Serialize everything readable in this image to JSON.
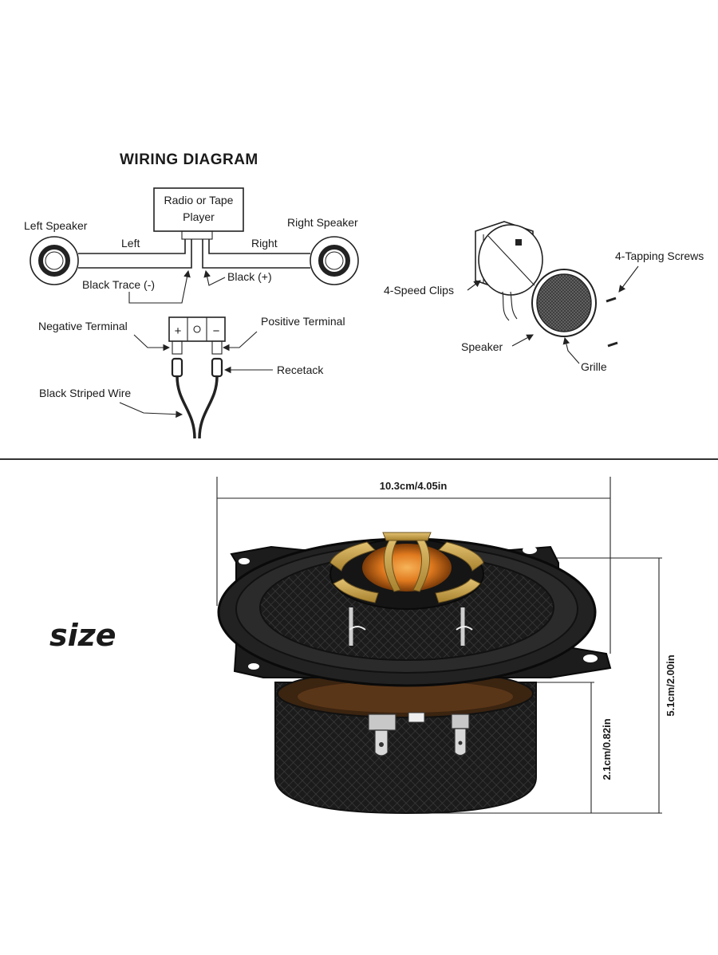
{
  "wiring": {
    "title": "WIRING DIAGRAM",
    "radio_line1": "Radio or Tape",
    "radio_line2": "Player",
    "left_speaker": "Left Speaker",
    "right_speaker": "Right Speaker",
    "left": "Left",
    "right": "Right",
    "black_trace": "Black  Trace (-)",
    "black_plus": "Black  (+)",
    "negative_terminal": "Negative  Terminal",
    "positive_terminal": "Positive  Terminal",
    "recetack": "Recetack",
    "black_striped_wire": "Black  Striped  Wire",
    "term_plus": "+",
    "term_minus": "−"
  },
  "mounting": {
    "tapping_screws": "4-Tapping Screws",
    "speed_clips": "4-Speed  Clips",
    "speaker": "Speaker",
    "grille": "Grille"
  },
  "size_section": {
    "label": "size",
    "width_dim": "10.3cm/4.05in",
    "depth_dim": "2.1cm/0.82in",
    "height_dim": "5.1cm/2.00in"
  },
  "colors": {
    "speaker_body": "#1c1c1c",
    "gold_trim": "#c9a44a",
    "tweeter_orange": "#e07a1f",
    "line": "#222222"
  }
}
